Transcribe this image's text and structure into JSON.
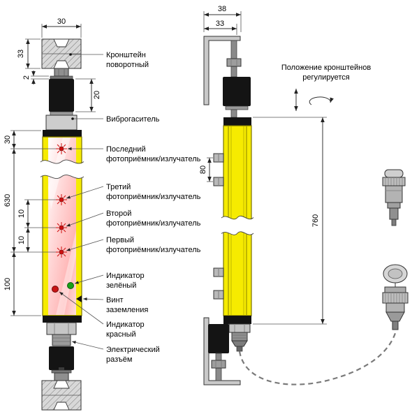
{
  "front_view": {
    "callouts": {
      "bracket": {
        "line1": "Кронштейн",
        "line2": "поворотный"
      },
      "damper": {
        "line1": "Виброгаситель",
        "line2": ""
      },
      "beam_last": {
        "line1": "Последний",
        "line2": "фотоприёмник/излучатель"
      },
      "beam_third": {
        "line1": "Третий",
        "line2": "фотоприёмник/излучатель"
      },
      "beam_second": {
        "line1": "Второй",
        "line2": "фотоприёмник/излучатель"
      },
      "beam_first": {
        "line1": "Первый",
        "line2": "фотоприёмник/излучатель"
      },
      "indicator_green": {
        "line1": "Индикатор",
        "line2": "зелёный"
      },
      "ground_screw": {
        "line1": "Винт",
        "line2": "заземления"
      },
      "indicator_red": {
        "line1": "Индикатор",
        "line2": "красный"
      },
      "connector": {
        "line1": "Электрический",
        "line2": "разъём"
      }
    },
    "dimensions": {
      "bracket_width": "30",
      "bracket_height": "33",
      "washer_thickness": "2",
      "damper_height": "20",
      "top_edge_to_last_beam": "30",
      "first_to_last_beam": "630",
      "beam_gap_upper": "10",
      "beam_gap_lower": "10",
      "first_beam_to_bottom": "100"
    }
  },
  "side_view": {
    "dimensions": {
      "overall_depth": "38",
      "bracket_depth": "33",
      "stud_spacing": "80",
      "body_height": "760"
    },
    "note": {
      "line1": "Положение кронштейнов",
      "line2": "регулируется"
    }
  },
  "colors": {
    "body_yellow": "#f6eb00",
    "glass_pink": "#ffc0c0",
    "beam_red": "#cc1111",
    "indicator_green": "#17a017",
    "damper_black": "#141414",
    "metal_gray": "#c9c9c9",
    "line_color": "#333333"
  }
}
